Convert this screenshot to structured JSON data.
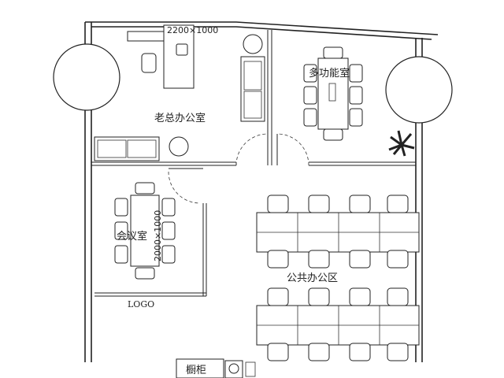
{
  "rooms": {
    "boss_office": "老总办公室",
    "multi_room": "多功能室",
    "meeting_room": "会议室",
    "open_office": "公共办公区",
    "cabinet": "橱柜"
  },
  "labels": {
    "logo": "LOGO",
    "boss_desk_tag": "2200×1000",
    "meeting_tag": "2000×1000"
  }
}
